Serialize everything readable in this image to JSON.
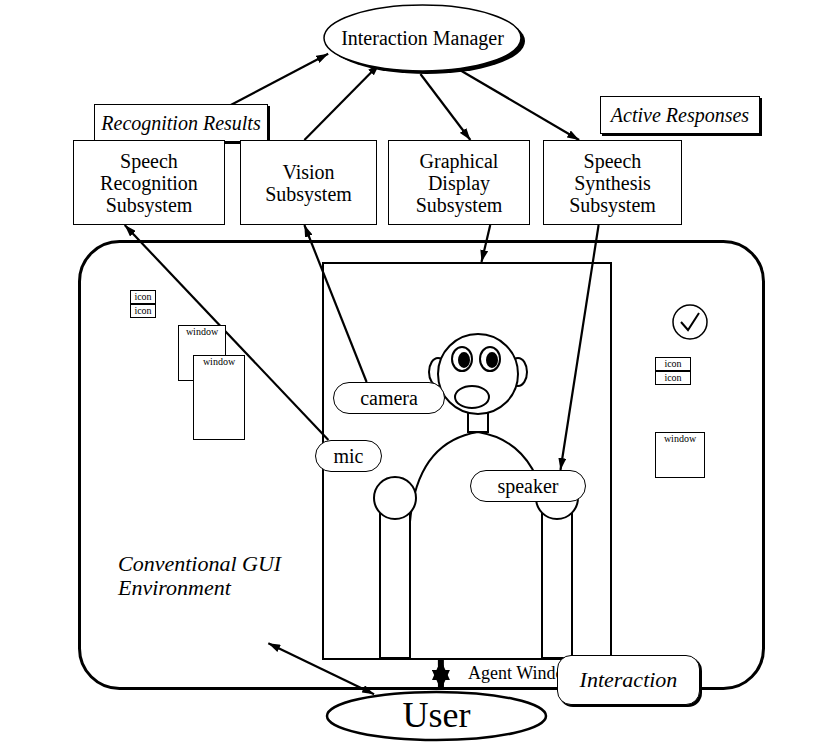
{
  "diagram": {
    "nodes": [
      {
        "text": [
          "Interaction Manager"
        ]
      },
      {
        "text": [
          "Recognition Results"
        ]
      },
      {
        "text": [
          "Active Responses"
        ]
      },
      {
        "text": [
          "Speech Recognition Subsystem"
        ]
      },
      {
        "text": [
          "Vision Subsystem"
        ]
      },
      {
        "text": [
          "Graphical Display Subsystem"
        ]
      },
      {
        "text": [
          "Speech Synthesis Subsystem"
        ]
      },
      {
        "text": [
          "Conventional GUI Environment"
        ]
      },
      {
        "text": [
          "icon"
        ],
        "in": 7
      },
      {
        "text": [
          "icon"
        ],
        "in": 7
      },
      {
        "text": [
          "window"
        ],
        "in": 7
      },
      {
        "text": [
          "window"
        ],
        "in": 7
      },
      {
        "text": [
          "Agent Window"
        ],
        "in": 7
      },
      {
        "text": [
          "camera"
        ],
        "in": 12
      },
      {
        "text": [
          "mic"
        ],
        "in": 12
      },
      {
        "text": [
          "speaker"
        ],
        "in": 12
      },
      {
        "text": [
          "icon"
        ],
        "in": 7
      },
      {
        "text": [
          "icon"
        ],
        "in": 7
      },
      {
        "text": [
          "window"
        ],
        "in": 7
      },
      {
        "text": [
          "Interaction"
        ]
      },
      {
        "text": [
          "User"
        ]
      }
    ],
    "edges": [
      {
        "from": 3,
        "to": 0,
        "arrow": "to"
      },
      {
        "from": 4,
        "to": 0,
        "arrow": "to"
      },
      {
        "from": 0,
        "to": 5,
        "arrow": "to"
      },
      {
        "from": 0,
        "to": 6,
        "arrow": "to"
      },
      {
        "from": 14,
        "to": 3,
        "arrow": "to"
      },
      {
        "from": 13,
        "to": 4,
        "arrow": "to"
      },
      {
        "from": 5,
        "to": 12,
        "arrow": "to"
      },
      {
        "from": 6,
        "to": 15,
        "arrow": "to"
      },
      {
        "from": 20,
        "to": 7,
        "arrow": "both"
      },
      {
        "from": 20,
        "to": 12,
        "arrow": "both"
      }
    ]
  }
}
